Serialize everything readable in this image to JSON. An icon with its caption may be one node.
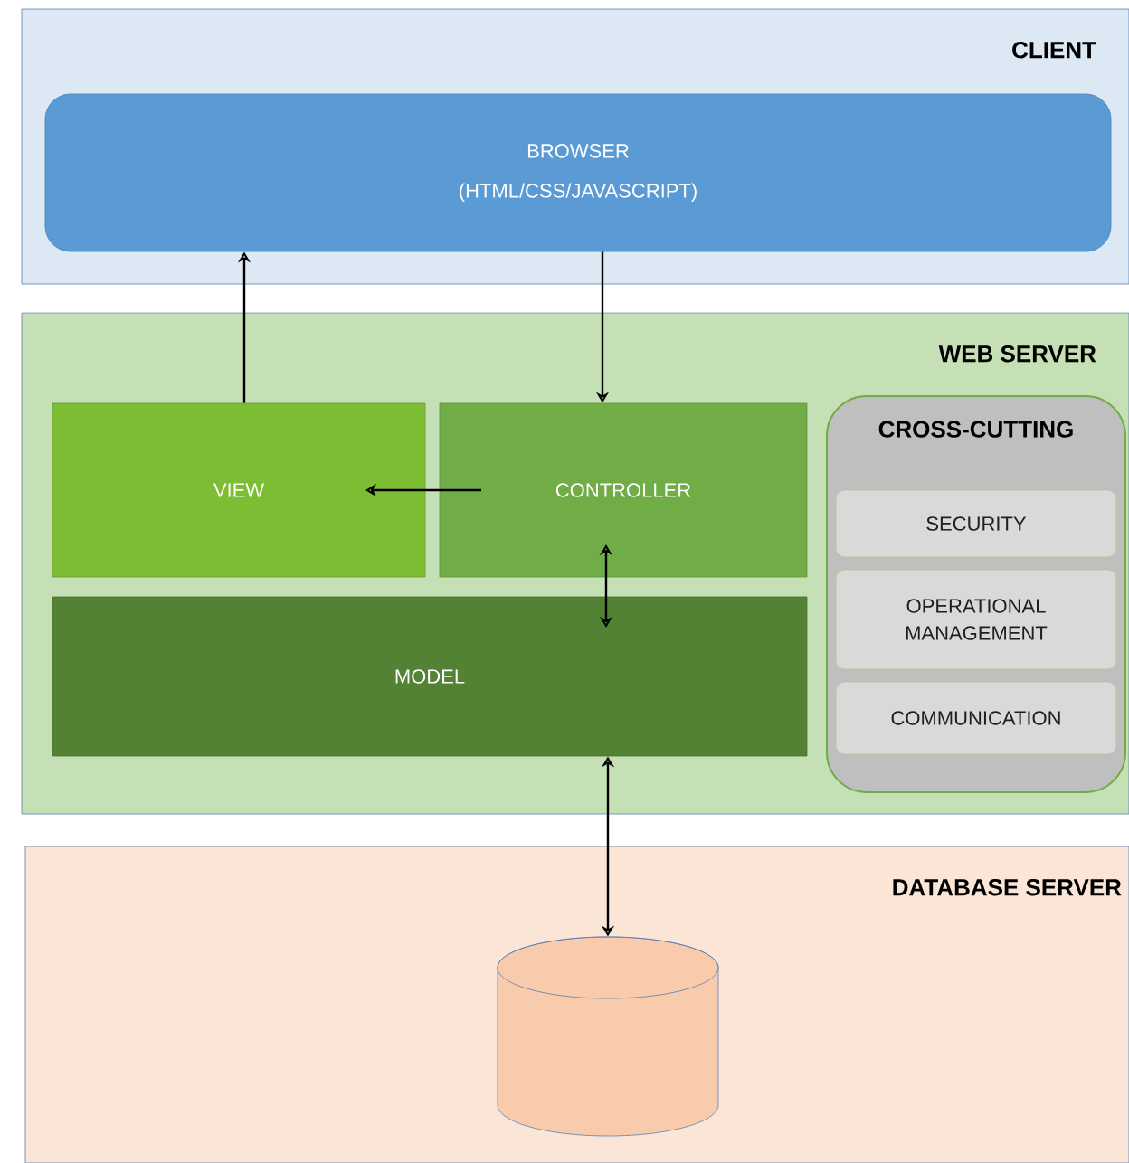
{
  "diagram": {
    "nodes": [
      {
        "text": [
          "CLIENT"
        ]
      },
      {
        "text": [
          "BROWSER (HTML/CSS/JAVASCRIPT)"
        ],
        "in": 0
      },
      {
        "text": [
          "WEB SERVER"
        ]
      },
      {
        "text": [
          "VIEW"
        ],
        "in": 2
      },
      {
        "text": [
          "CONTROLLER"
        ],
        "in": 2
      },
      {
        "text": [
          "MODEL"
        ],
        "in": 2
      },
      {
        "text": [
          "CROSS-CUTTING"
        ],
        "in": 2
      },
      {
        "text": [
          "SECURITY"
        ],
        "in": 6
      },
      {
        "text": [
          "OPERATIONAL MANAGEMENT"
        ],
        "in": 6
      },
      {
        "text": [
          "COMMUNICATION"
        ],
        "in": 6
      },
      {
        "text": [
          "DATABASE SERVER"
        ]
      },
      {
        "text": [],
        "shape": "cylinder",
        "in": 10
      }
    ],
    "edges": [
      {
        "from": 3,
        "to": 1,
        "arrow": "to"
      },
      {
        "from": 1,
        "to": 4,
        "arrow": "to"
      },
      {
        "from": 4,
        "to": 3,
        "arrow": "to"
      },
      {
        "from": 4,
        "to": 5,
        "arrow": "both"
      },
      {
        "from": 5,
        "to": 11,
        "arrow": "both"
      }
    ]
  }
}
